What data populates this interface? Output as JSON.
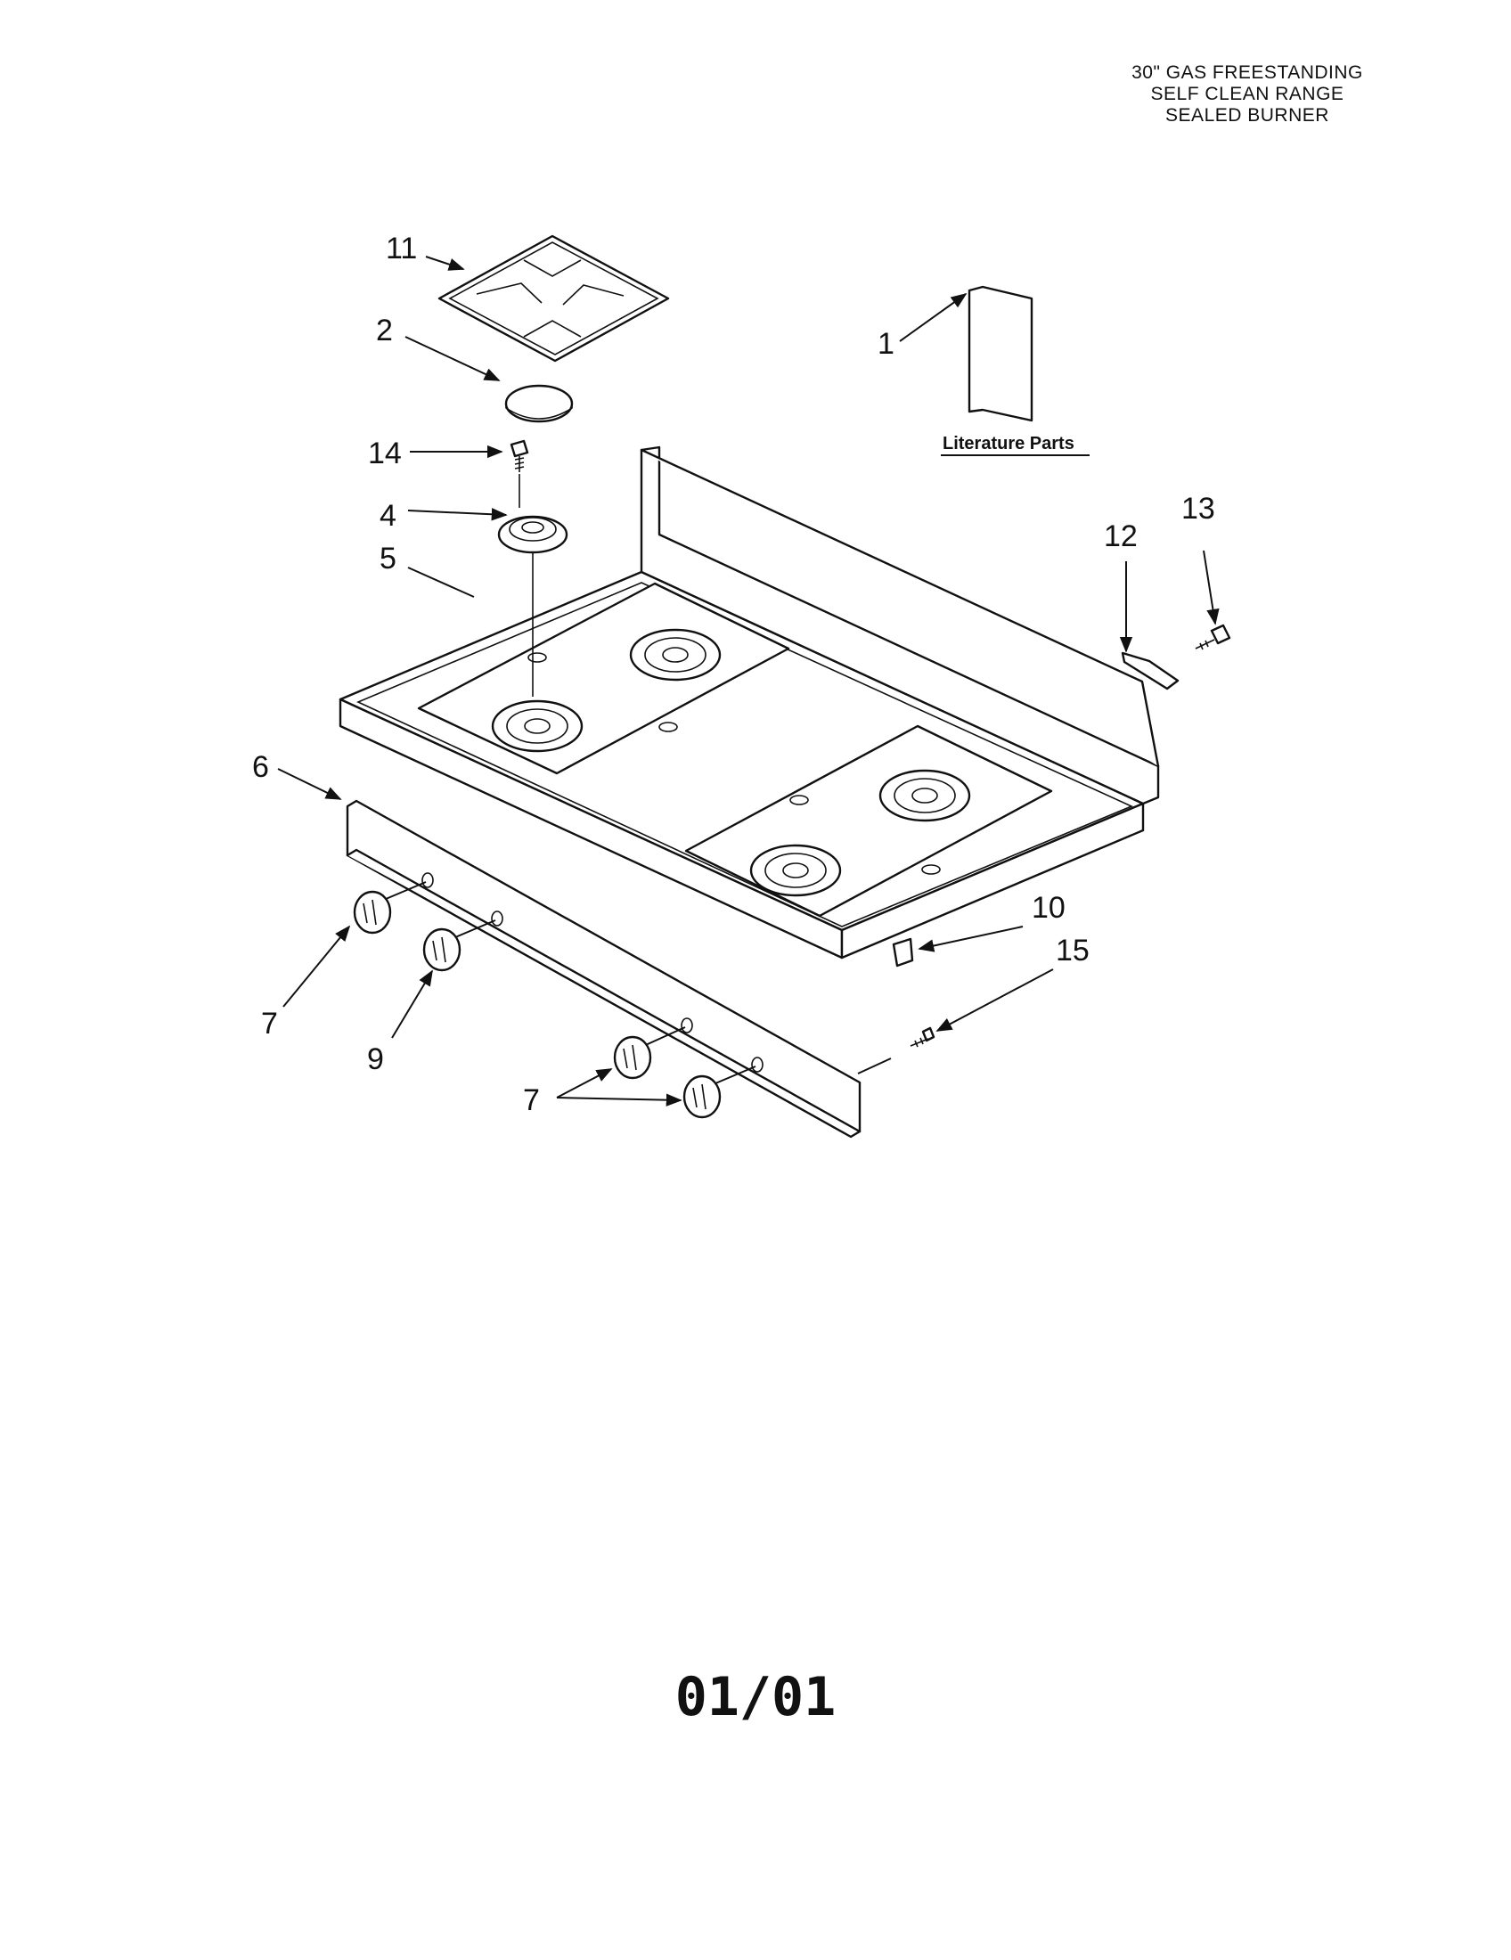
{
  "title": {
    "line1": "30\" GAS FREESTANDING",
    "line2": "SELF CLEAN RANGE",
    "line3": "SEALED BURNER"
  },
  "literature_label": "Literature Parts",
  "callouts": {
    "c1": "1",
    "c2": "2",
    "c4": "4",
    "c5": "5",
    "c6": "6",
    "c7a": "7",
    "c7b": "7",
    "c9": "9",
    "c10": "10",
    "c11": "11",
    "c12": "12",
    "c13": "13",
    "c14": "14",
    "c15": "15"
  },
  "footer": "01/01"
}
